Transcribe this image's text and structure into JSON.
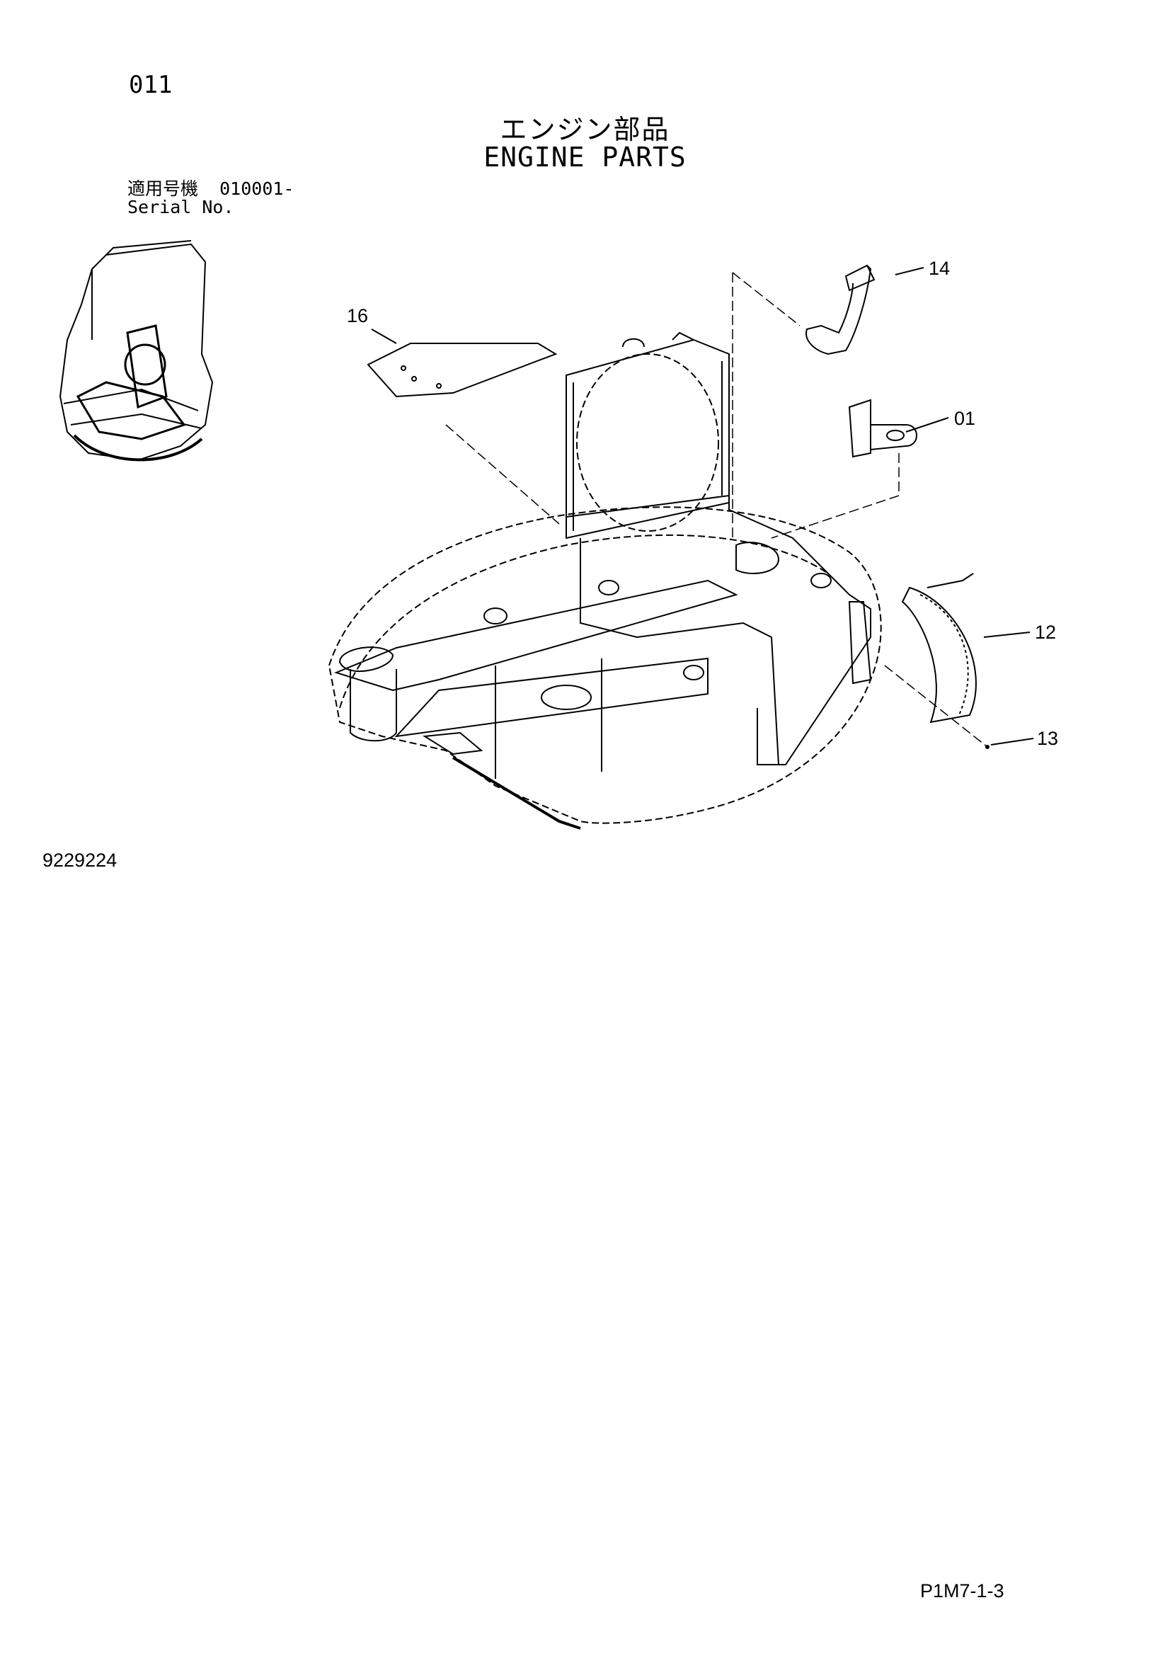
{
  "header": {
    "page_code": "011",
    "title_jp": "エンジン部品",
    "title_en": "ENGINE PARTS"
  },
  "serial": {
    "label_jp": "適用号機",
    "label_en": "Serial No.",
    "value": "010001-"
  },
  "callouts": [
    {
      "id": "part-14",
      "label": "14"
    },
    {
      "id": "part-16",
      "label": "16"
    },
    {
      "id": "part-01",
      "label": "01"
    },
    {
      "id": "part-12",
      "label": "12"
    },
    {
      "id": "part-13",
      "label": "13"
    }
  ],
  "footer": {
    "drawing_number": "9229224",
    "page_ref": "P1M7-1-3"
  }
}
